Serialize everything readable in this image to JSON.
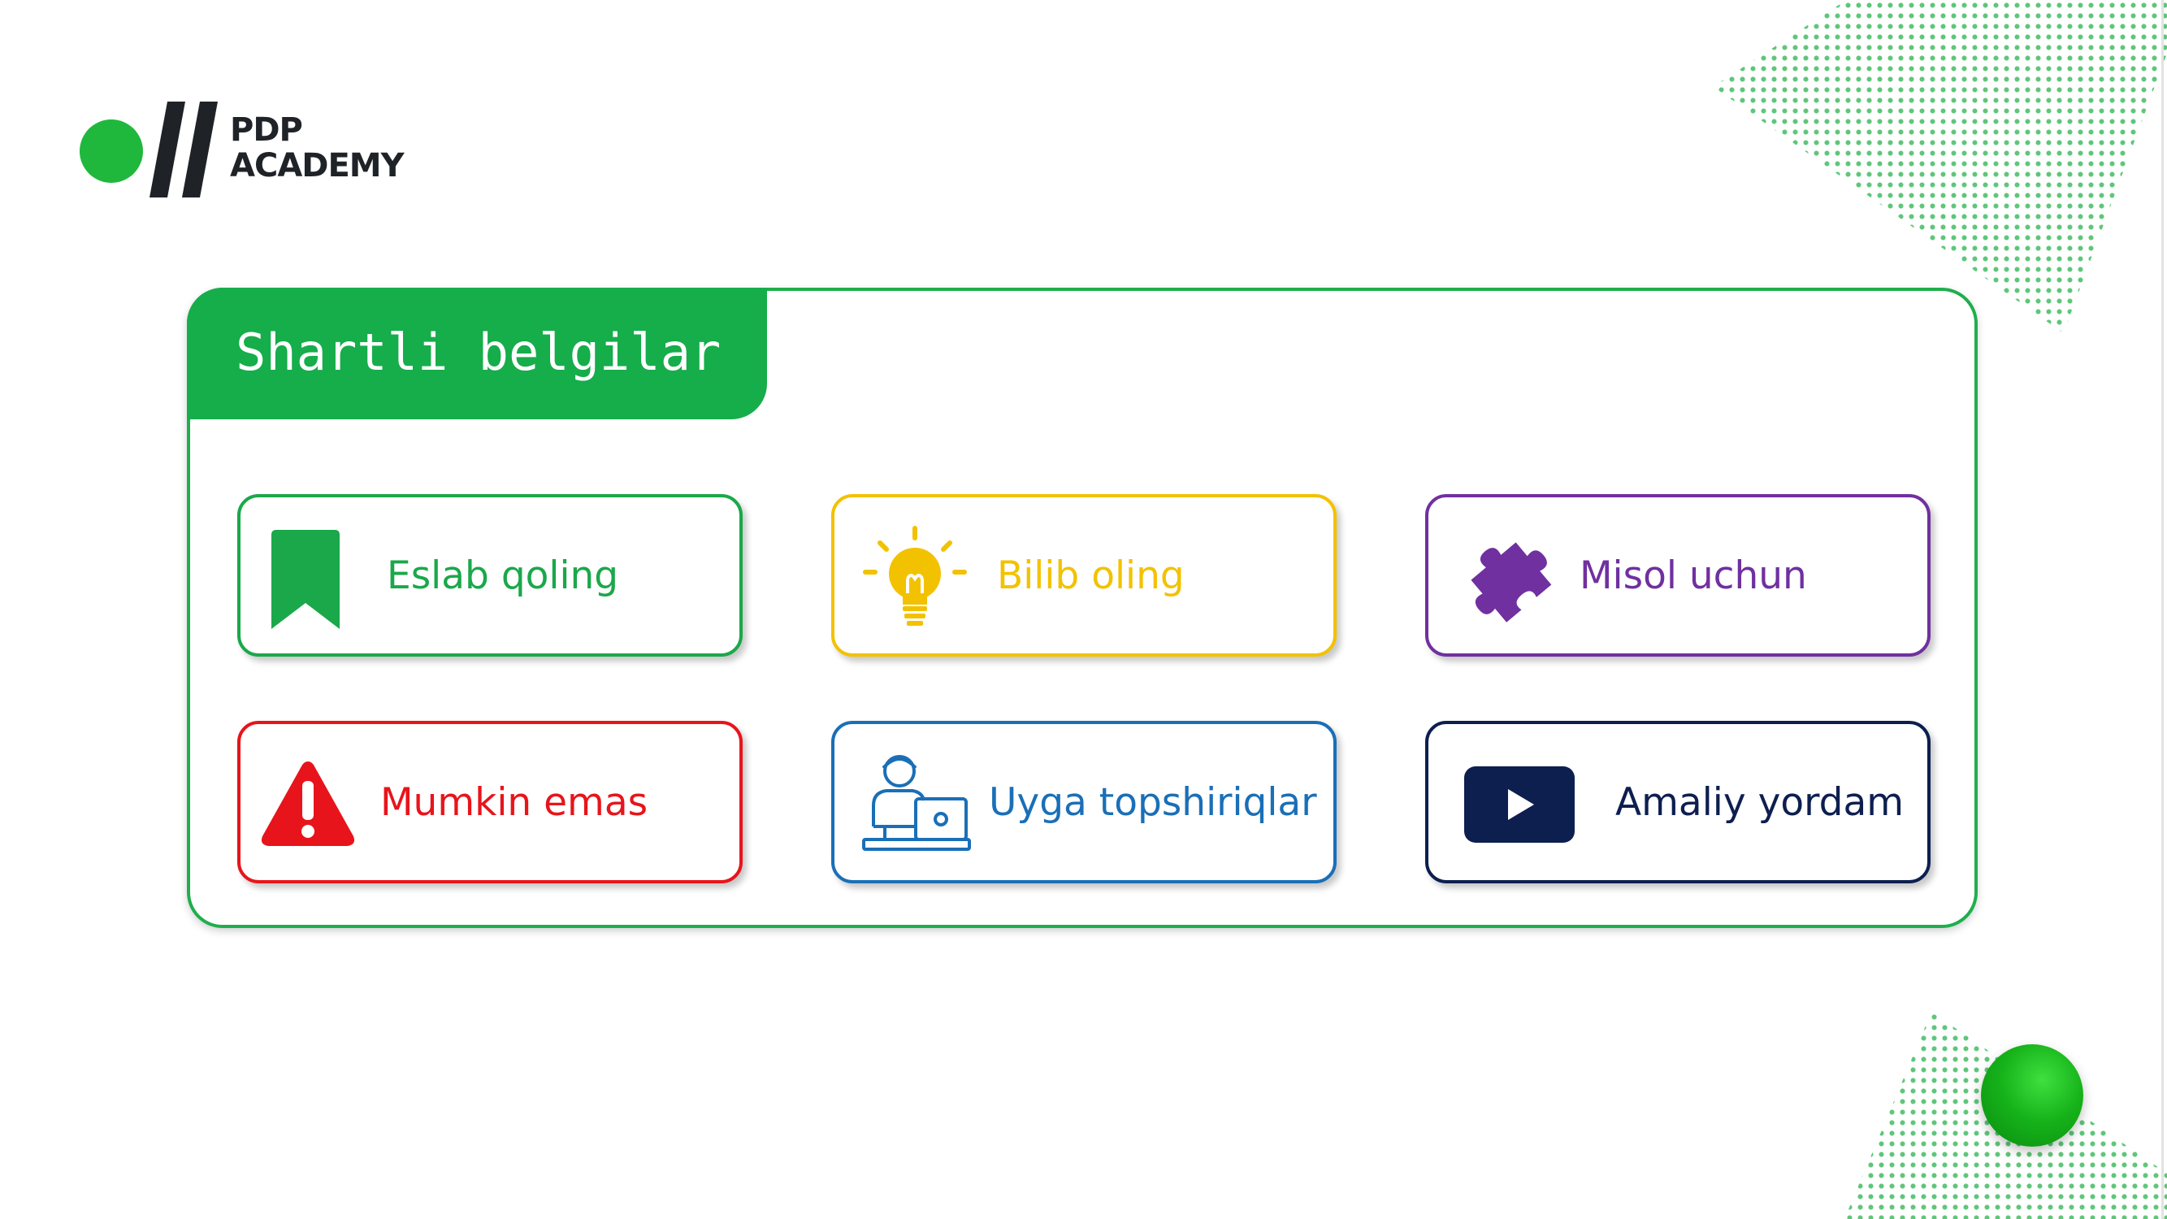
{
  "logo": {
    "line1": "PDP",
    "line2": "ACADEMY"
  },
  "card": {
    "title": "Shartli belgilar"
  },
  "items": [
    {
      "label": "Eslab qoling",
      "icon": "bookmark-icon",
      "color": "#1aa84a"
    },
    {
      "label": "Bilib oling",
      "icon": "lightbulb-icon",
      "color": "#f2c200"
    },
    {
      "label": "Misol uchun",
      "icon": "puzzle-icon",
      "color": "#7030a0"
    },
    {
      "label": "Mumkin emas",
      "icon": "warning-icon",
      "color": "#e8141b"
    },
    {
      "label": "Uyga topshiriqlar",
      "icon": "laptop-user-icon",
      "color": "#1a6fb7"
    },
    {
      "label": "Amaliy yordam",
      "icon": "play-icon",
      "color": "#0d1f4f"
    }
  ],
  "colors": {
    "brand_green": "#16ad4b",
    "logo_text": "#1f2328"
  }
}
